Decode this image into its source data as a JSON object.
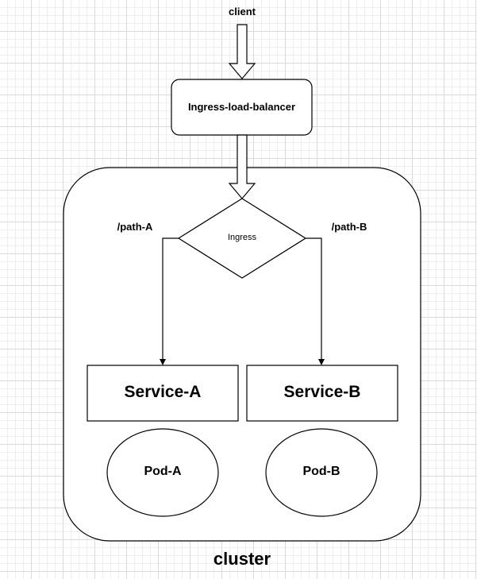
{
  "nodes": {
    "client": "client",
    "load_balancer": "Ingress-load-balancer",
    "ingress": "Ingress",
    "path_a": "/path-A",
    "path_b": "/path-B",
    "service_a": "Service-A",
    "service_b": "Service-B",
    "pod_a": "Pod-A",
    "pod_b": "Pod-B",
    "cluster": "cluster"
  }
}
